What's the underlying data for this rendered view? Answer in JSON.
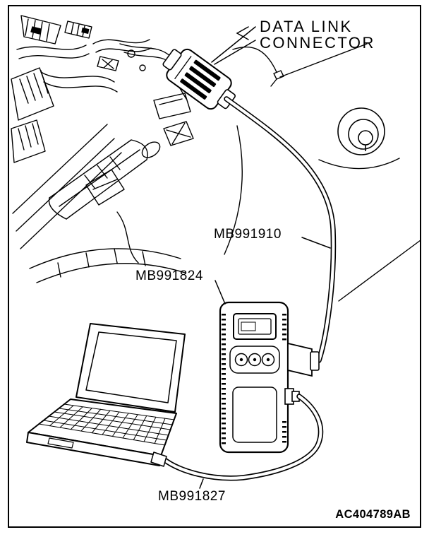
{
  "diagram": {
    "callouts": {
      "data_link_connector_line1": "DATA LINK",
      "data_link_connector_line2": "CONNECTOR",
      "mb991910": "MB991910",
      "mb991824": "MB991824",
      "mb991827": "MB991827"
    },
    "figure_code": "AC404789AB",
    "colors": {
      "ink": "#000000",
      "background": "#ffffff"
    }
  }
}
